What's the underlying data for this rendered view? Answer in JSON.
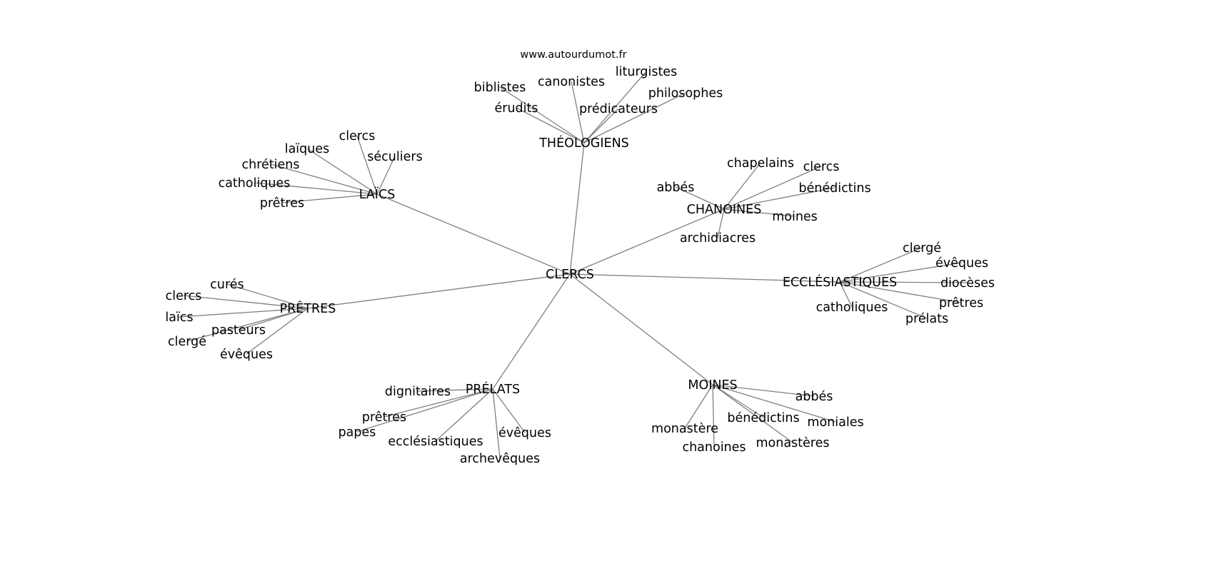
{
  "title": "www.autourdumot.fr",
  "center": "CLERCS",
  "groups": [
    {
      "label": "THÉOLOGIENS",
      "children": [
        "érudits",
        "biblistes",
        "canonistes",
        "liturgistes",
        "prédicateurs",
        "philosophes"
      ]
    },
    {
      "label": "LAÏCS",
      "children": [
        "laïques",
        "clercs",
        "séculiers",
        "chrétiens",
        "catholiques",
        "prêtres"
      ]
    },
    {
      "label": "CHANOINES",
      "children": [
        "abbés",
        "chapelains",
        "clercs",
        "bénédictins",
        "moines",
        "archidiacres"
      ]
    },
    {
      "label": "ECCLÉSIASTIQUES",
      "children": [
        "clergé",
        "évêques",
        "diocèses",
        "prêtres",
        "prélats",
        "catholiques"
      ]
    },
    {
      "label": "PRÊTRES",
      "children": [
        "curés",
        "clercs",
        "laïcs",
        "pasteurs",
        "clergé",
        "évêques"
      ]
    },
    {
      "label": "PRÉLATS",
      "children": [
        "dignitaires",
        "prêtres",
        "papes",
        "ecclésiastiques",
        "archevêques",
        "évêques"
      ]
    },
    {
      "label": "MOINES",
      "children": [
        "abbés",
        "bénédictins",
        "moniales",
        "monastère",
        "chanoines",
        "monastères"
      ]
    }
  ]
}
